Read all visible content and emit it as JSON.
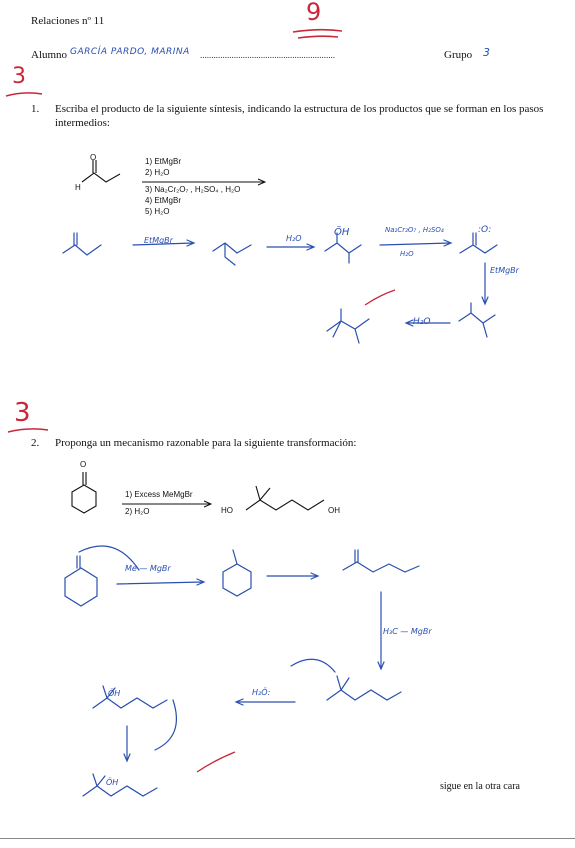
{
  "header": {
    "title": "Relaciones nº 11",
    "score": "9",
    "alumno_label": "Alumno",
    "student_name": "GARCÍA PARDO, MARINA",
    "dots": "............................................................",
    "grupo_label": "Grupo",
    "grupo_value": "3"
  },
  "q1": {
    "points": "3",
    "number": "1.",
    "text": "Escriba el producto de la siguiente síntesis, indicando la estructura de los productos que se forman en los pasos intermedios:",
    "reactant_o": "O",
    "reactant_h": "H",
    "conditions": [
      "1) EtMgBr",
      "2) H₂O",
      "3) Na₂Cr₂O₇ , H₂SO₄ , H₂O",
      "4) EtMgBr",
      "5) H₂O"
    ],
    "hw": {
      "step1": "EtMgBr",
      "step2": "H₂O",
      "step3_top": "Na₂Cr₂O₇ , H₂SO₄",
      "step3_bottom": "H₂O",
      "step4": "EtMgBr",
      "step5": "H₂O",
      "oh": "ÖH",
      "o": ":O:"
    }
  },
  "q2": {
    "points": "3",
    "number": "2.",
    "text": "Proponga un mecanismo razonable para la siguiente transformación:",
    "ring_o": "O",
    "conditions": [
      "1) Excess MeMgBr",
      "2) H₂O"
    ],
    "product_ho": "HO",
    "product_oh": "OH",
    "hw": {
      "grignard1": "Me — MgBr",
      "grignard2": "H₃C — MgBr",
      "water": "H₂Ö:",
      "oh": "ÖH"
    }
  },
  "footer": {
    "continue": "sigue en la otra cara"
  }
}
